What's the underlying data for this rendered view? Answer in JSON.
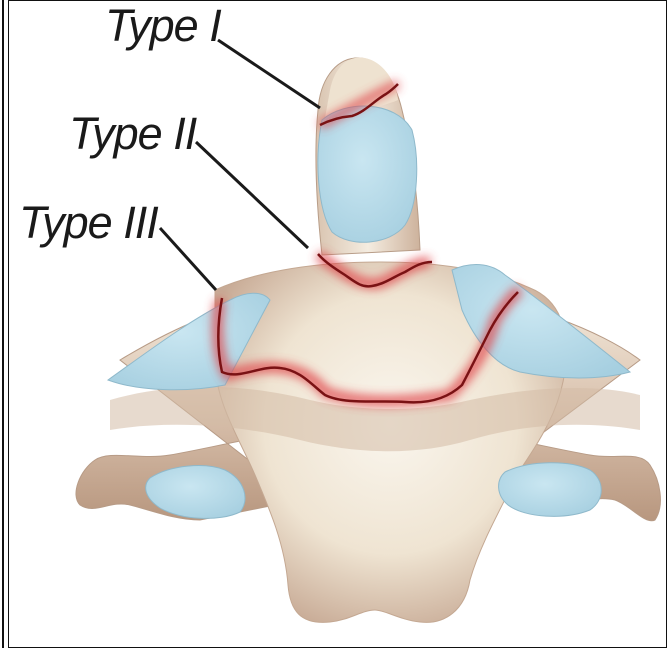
{
  "labels": {
    "type1": "Type I",
    "type2": "Type II",
    "type3": "Type III"
  },
  "colors": {
    "bone": "#efe6d6",
    "bone_shadow": "#c9ad98",
    "cartilage": "#b9dcea",
    "fracture_line": "#7a1214",
    "fracture_glow": "#e0454a",
    "leader_line": "#1a1a1a"
  }
}
